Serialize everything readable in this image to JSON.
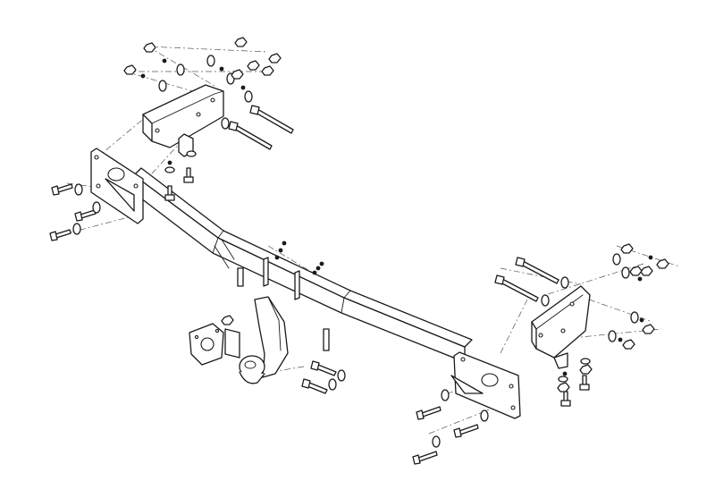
{
  "diagram": {
    "kind": "exploded-assembly",
    "subject": "tow bar",
    "line_color": "#1a1a1a",
    "background": "#ffffff",
    "components": [
      "main-crossbar",
      "left-mounting-bracket",
      "right-mounting-bracket",
      "left-end-plate",
      "right-end-plate",
      "tow-ball-neck",
      "tow-ball",
      "socket-plate",
      "center-tabs",
      "bolts",
      "washers",
      "nuts"
    ]
  }
}
